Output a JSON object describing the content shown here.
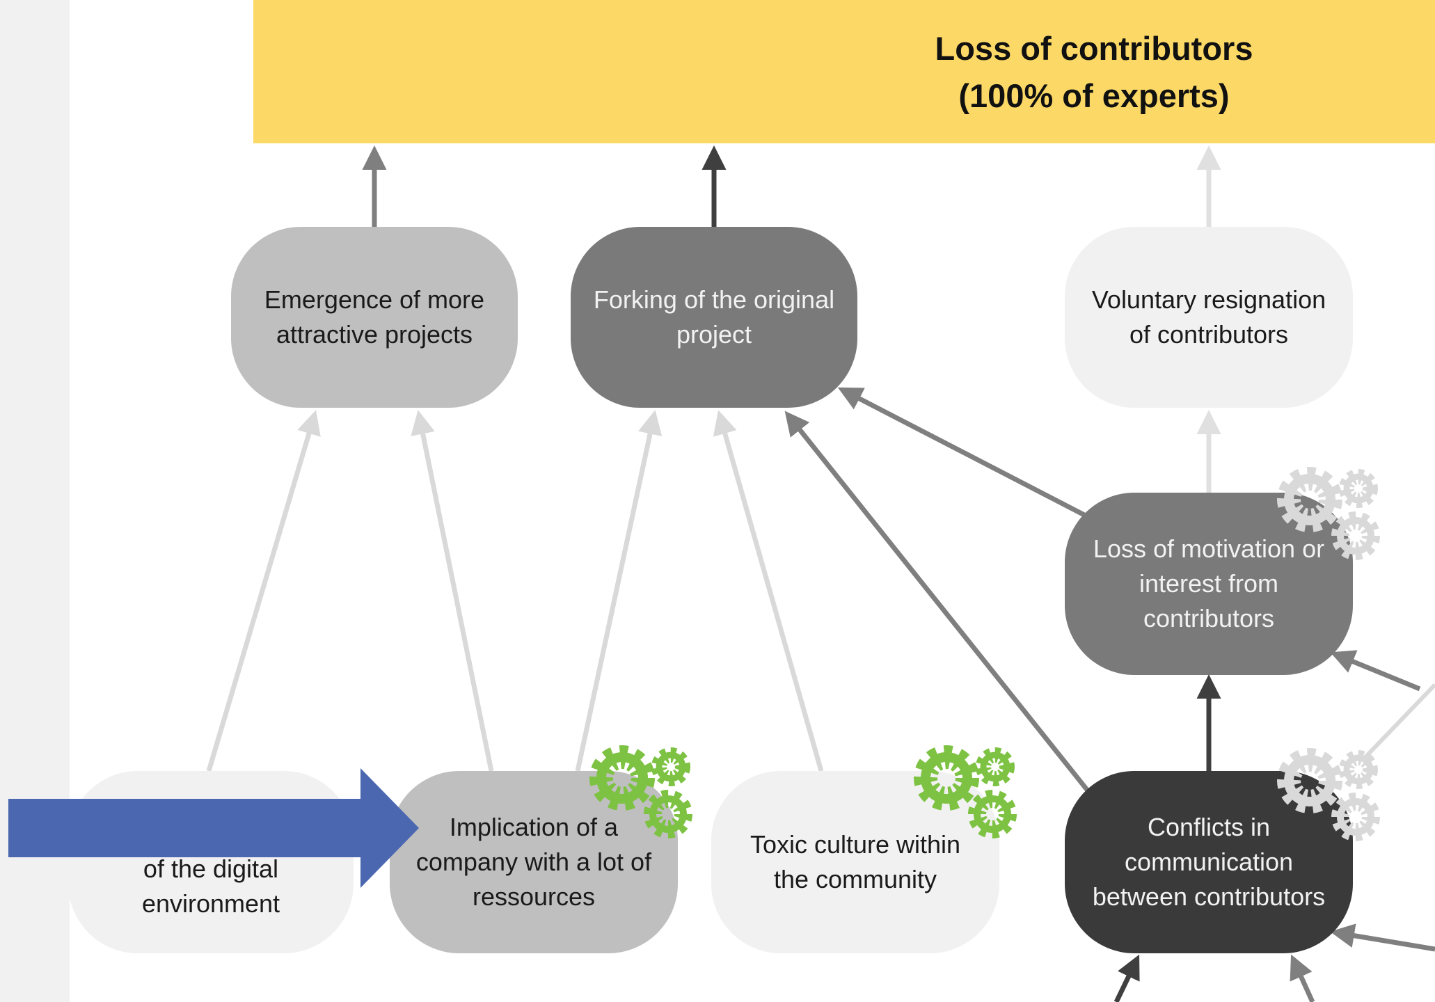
{
  "goal": {
    "line1": "Loss of contributors",
    "line2": "(100% of experts)"
  },
  "nodes": {
    "emergence": {
      "line1": "Emergence of more",
      "line2": "attractive projects"
    },
    "forking": {
      "line1": "Forking of the original",
      "line2": "project"
    },
    "voluntary": {
      "line1": "Voluntary resignation",
      "line2": "of contributors"
    },
    "motivation": {
      "line1": "Loss of motivation or",
      "line2": "interest from",
      "line3": "contributors"
    },
    "digital": {
      "line1": "of the digital",
      "line2": "environment"
    },
    "implication": {
      "line1": "Implication of a",
      "line2": "company with a lot of",
      "line3": "ressources"
    },
    "toxic": {
      "line1": "Toxic culture within",
      "line2": "the community"
    },
    "conflicts": {
      "line1": "Conflicts in",
      "line2": "communication",
      "line3": "between contributors"
    }
  },
  "colors": {
    "banner": "#fcd966",
    "gear_green": "#7dc242",
    "gear_grey": "#d9d9d9",
    "pointer_arrow": "#4a67b0",
    "node_very_light": "#f1f1f1",
    "node_light": "#bfbfbf",
    "node_mid": "#7a7a7a",
    "node_dark": "#3a3a3a"
  }
}
